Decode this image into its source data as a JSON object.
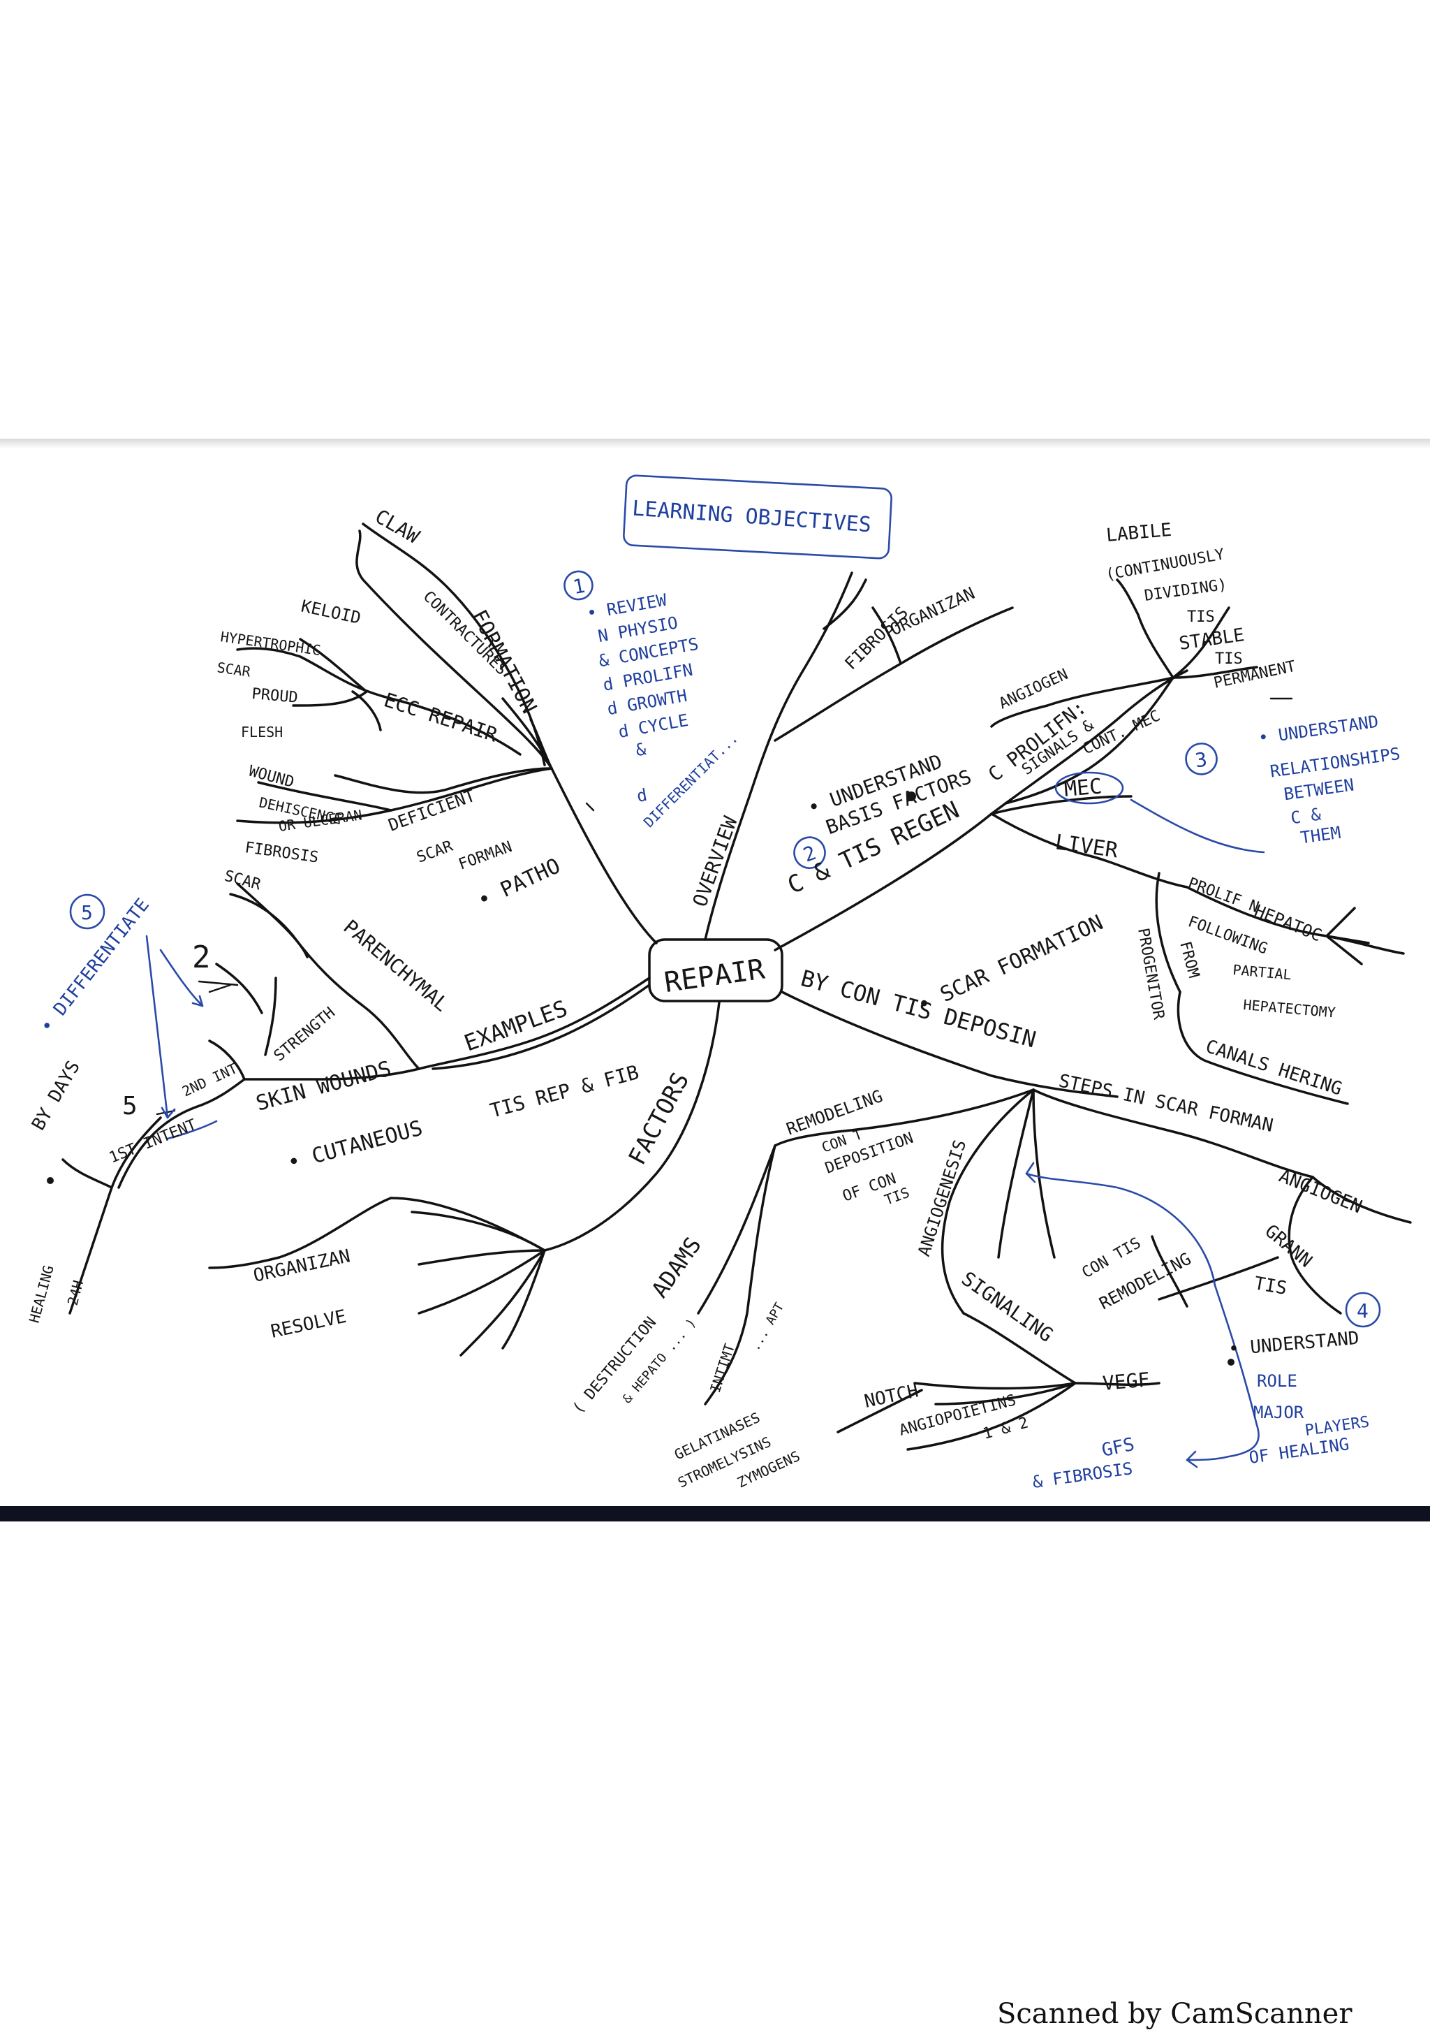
{
  "center": "REPAIR",
  "learning_objectives_title": "LEARNING OBJECTIVES",
  "objectives": {
    "o1_number": "1",
    "o1_lines": [
      "• REVIEW",
      "N PHYSIO",
      "& CONCEPTS",
      "d PROLIFN",
      "d GROWTH",
      "d CYCLE",
      "&",
      "d",
      "DIFFERENTIAT..."
    ],
    "o2_number": "2",
    "o2_lines": [
      "• UNDERSTAND",
      "BASIS FACTORS"
    ],
    "o3_number": "3",
    "o3_lines": [
      "• UNDERSTAND",
      "RELATIONSHIPS",
      "BETWEEN",
      "C &",
      "THEM"
    ],
    "o4_number": "4",
    "o4_lines": [
      "• UNDERSTAND",
      "ROLE",
      "MAJOR",
      "PLAYERS",
      "OF HEALING"
    ],
    "o5_number": "5",
    "o5_text": "• DIFFERENTIATE",
    "gfs_fibrosis": [
      "GFS",
      "& FIBROSIS"
    ]
  },
  "branches": {
    "patho": "• PATHO",
    "overview": "OVERVIEW",
    "regen": "C & TIS REGEN",
    "by_con_tis": "BY CON TIS DEPOSIN",
    "factors": "FACTORS",
    "examples": "EXAMPLES",
    "tis_rep_fib": "TIS REP & FIB",
    "scar_formation": "• SCAR FORMATION"
  },
  "nodes": {
    "claw": "CLAW",
    "formation": "FORMATION",
    "contracture": "CONTRACTURES",
    "ecc_repair": "ECC REPAIR",
    "keloid": "KELOID",
    "hypertrophic_scar": [
      "HYPERTROPHIC",
      "SCAR"
    ],
    "proud_flesh": [
      "PROUD",
      "FLESH"
    ],
    "deficient_scar": [
      "DEFICIENT",
      "SCAR",
      "FORMAN"
    ],
    "wound_dehiscence": [
      "WOUND",
      "DEHISCENCE",
      "OR ULCERAN"
    ],
    "fibrosis_l": "FIBROSIS",
    "scar_l": "SCAR",
    "parenchymal": "PARENCHYMAL",
    "strength": "STRENGTH",
    "skin_wounds": "SKIN WOUNDS",
    "cutaneous": "• CUTANEOUS",
    "by_days": "BY DAYS",
    "num_2": "2",
    "num_5": "5",
    "one_st_intent": "1ST INTENT",
    "second_intent": "2ND INT",
    "healing_24h": [
      "HEALING",
      "24H"
    ],
    "organization": "ORGANIZAN",
    "resolve": "RESOLVE",
    "adams": "ADAMS",
    "destruction": [
      "( DESTRUCTION",
      "& HEPATO ... )"
    ],
    "intimt": [
      "INTIMT",
      "... APT"
    ],
    "gelatinases": [
      "GELATINASES",
      "STROMELYSINS",
      "ZYMOGENS"
    ],
    "notch": "NOTCH",
    "angiopoietins": [
      "ANGIOPOIETINS",
      "1 & 2"
    ],
    "vegf": "VEGF",
    "signaling": "SIGNALING",
    "angiogenesis_b": "ANGIOGENESIS",
    "remodeling_b": [
      "REMODELING",
      "CON T",
      "DEPOSITION",
      "OF CON",
      "TIS"
    ],
    "steps_scar": "STEPS IN SCAR FORMAN",
    "angiogen_r": "ANGIOGEN",
    "granulation": [
      "GRANN",
      "TIS"
    ],
    "con_tis_remodeling": [
      "CON TIS",
      "REMODELING"
    ],
    "fibrosis_t": "FIBROSIS",
    "organization_t": "ORGANIZAN",
    "prolifn_signals": [
      "C PROLIFN:",
      "SIGNALS &",
      "CONT. MEC"
    ],
    "angiogen_t": "ANGIOGEN",
    "mec": "MEC",
    "liver": "LIVER",
    "labile": [
      "LABILE",
      "(CONTINUOUSLY",
      "DIVIDING)",
      "TIS"
    ],
    "stable": [
      "STABLE",
      "TIS"
    ],
    "permanent": "PERMANENT",
    "prolif_hepatoc": [
      "PROLIF N",
      "HEPATOC"
    ],
    "following": [
      "FOLLOWING",
      "PARTIAL",
      "HEPATECTOMY"
    ],
    "from_progenitor": [
      "FROM",
      "PROGENITOR"
    ],
    "canals_hering": "CANALS HERING"
  },
  "footer": "Scanned by CamScanner"
}
